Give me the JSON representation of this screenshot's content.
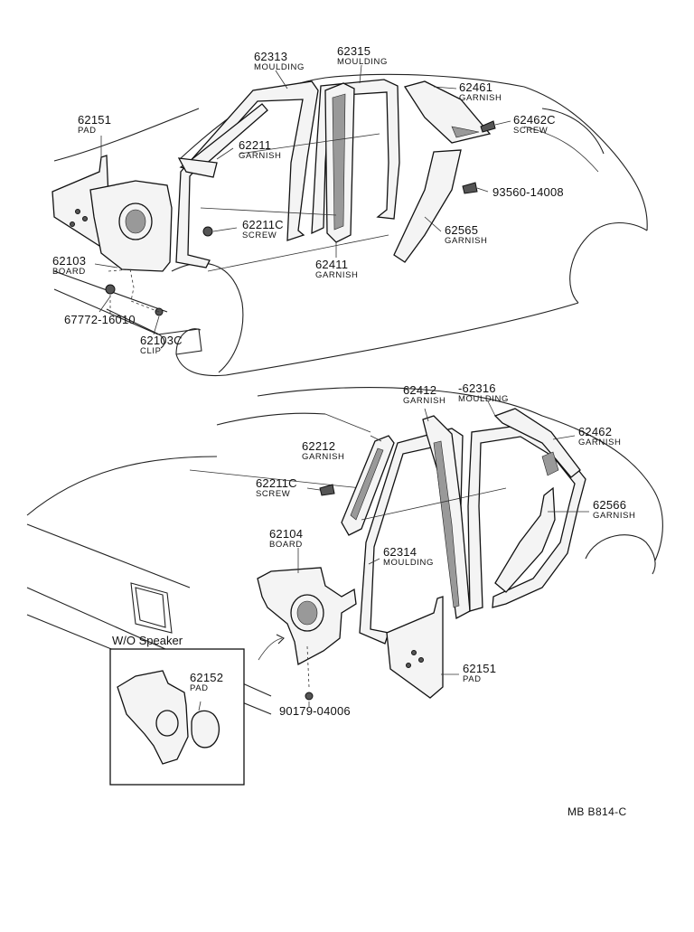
{
  "labels": {
    "p62313": {
      "number": "62313",
      "name": "MOULDING"
    },
    "p62315": {
      "number": "62315",
      "name": "MOULDING"
    },
    "p62461": {
      "number": "62461",
      "name": "GARNISH"
    },
    "p62462c": {
      "number": "62462C",
      "name": "SCREW"
    },
    "p62151_top": {
      "number": "62151",
      "name": "PAD"
    },
    "p62211": {
      "number": "62211",
      "name": "GARNISH"
    },
    "p93560": {
      "number": "93560-14008"
    },
    "p62211c_top": {
      "number": "62211C",
      "name": "SCREW"
    },
    "p62565": {
      "number": "62565",
      "name": "GARNISH"
    },
    "p62103": {
      "number": "62103",
      "name": "BOARD"
    },
    "p62411": {
      "number": "62411",
      "name": "GARNISH"
    },
    "p67772": {
      "number": "67772-16010"
    },
    "p62103c": {
      "number": "62103C",
      "name": "CLIP"
    },
    "p62412": {
      "number": "62412",
      "name": "GARNISH"
    },
    "p62316": {
      "number": "-62316",
      "name": "MOULDING"
    },
    "p62462": {
      "number": "62462",
      "name": "GARNISH"
    },
    "p62212": {
      "number": "62212",
      "name": "GARNISH"
    },
    "p62211c_bot": {
      "number": "62211C",
      "name": "SCREW"
    },
    "p62566": {
      "number": "62566",
      "name": "GARNISH"
    },
    "p62104": {
      "number": "62104",
      "name": "BOARD"
    },
    "p62314": {
      "number": "62314",
      "name": "MOULDING"
    },
    "p62152": {
      "number": "62152",
      "name": "PAD"
    },
    "p62151_bot": {
      "number": "62151",
      "name": "PAD"
    },
    "p90179": {
      "number": "90179-04006"
    }
  },
  "inset_caption": "W/O Speaker",
  "reference": "MB  B814-C",
  "colors": {
    "line": "#111111",
    "background": "#ffffff"
  }
}
